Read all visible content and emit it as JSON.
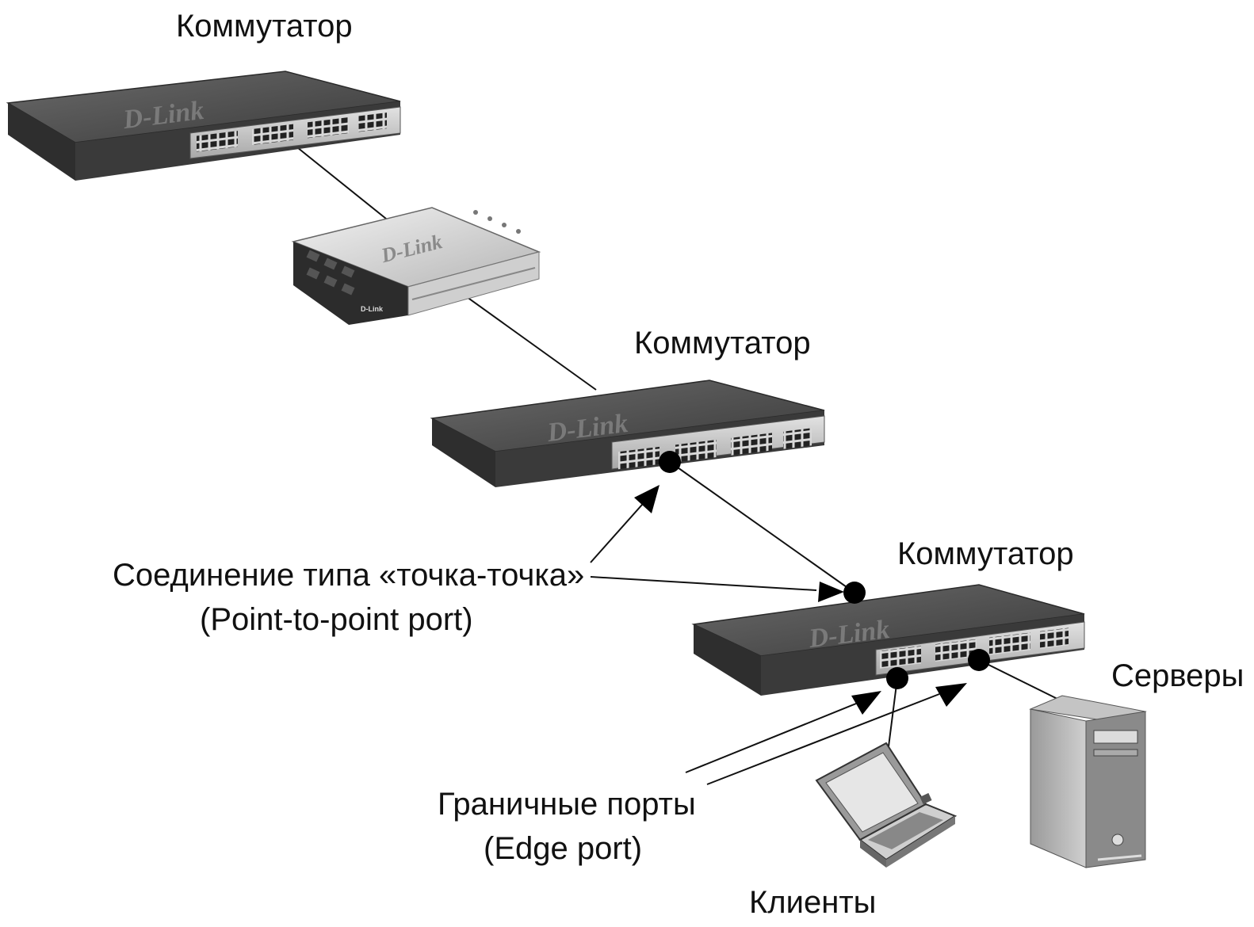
{
  "labels": {
    "switch_top": "Коммутатор",
    "switch_middle": "Коммутатор",
    "switch_bottom": "Коммутатор",
    "p2p_line1": "Соединение типа «точка-точка»",
    "p2p_line2": "(Point-to-point port)",
    "edge_line1": "Граничные порты",
    "edge_line2": "(Edge port)",
    "clients": "Клиенты",
    "servers": "Серверы"
  },
  "brand": {
    "logo_text": "D-Link",
    "small_logo_text": "D-Link"
  },
  "colors": {
    "device_dark": "#3d3d3d",
    "device_top": "#555555",
    "device_front": "#cfcfcf",
    "line": "#111111",
    "marker": "#000000"
  },
  "icons": [
    "switch-icon",
    "hub-icon",
    "laptop-icon",
    "server-icon",
    "arrow-icon",
    "port-marker-icon"
  ]
}
